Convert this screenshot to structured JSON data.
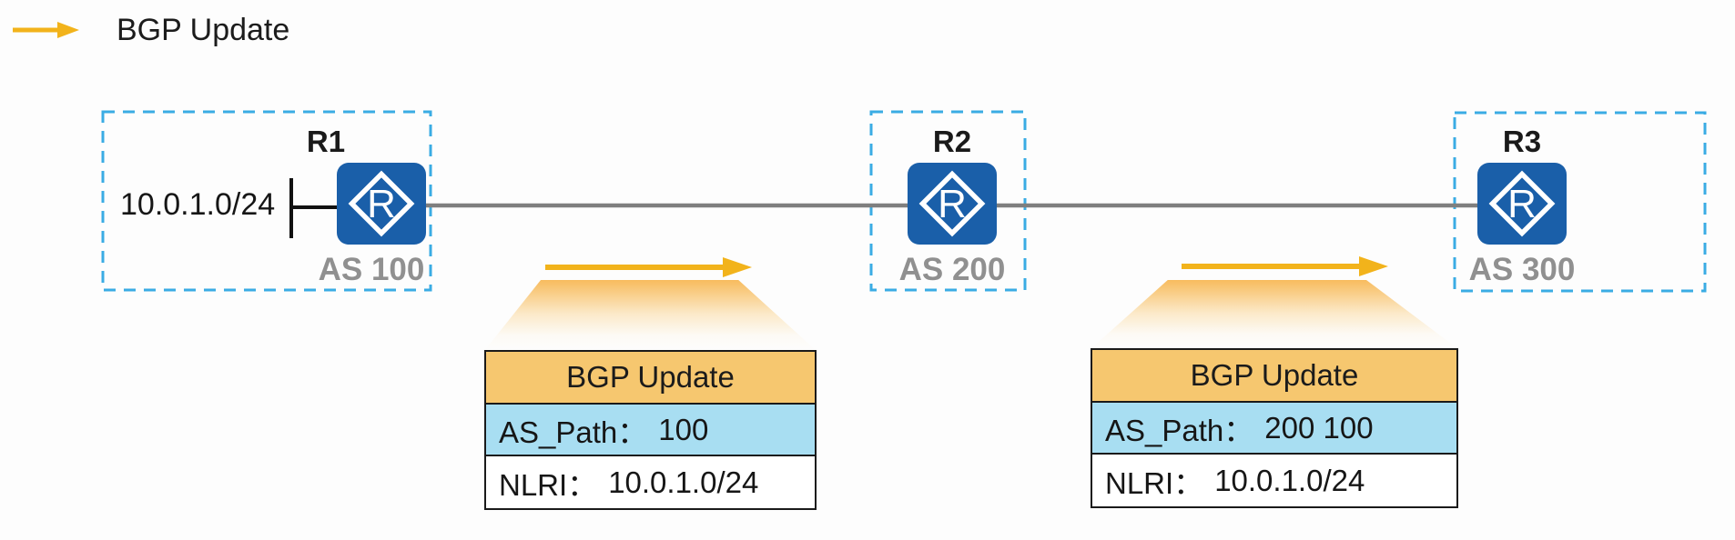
{
  "legend": {
    "label": "BGP Update"
  },
  "network": {
    "prefix": "10.0.1.0/24"
  },
  "routers": [
    {
      "name": "R1",
      "as_label": "AS 100"
    },
    {
      "name": "R2",
      "as_label": "AS 200"
    },
    {
      "name": "R3",
      "as_label": "AS 300"
    }
  ],
  "updates": [
    {
      "title": "BGP Update",
      "rows": [
        {
          "label": "AS_Path：",
          "value": "100"
        },
        {
          "label": "NLRI：",
          "value": "10.0.1.0/24"
        }
      ]
    },
    {
      "title": "BGP Update",
      "rows": [
        {
          "label": "AS_Path：",
          "value": "200 100"
        },
        {
          "label": "NLRI：",
          "value": "10.0.1.0/24"
        }
      ]
    }
  ],
  "colors": {
    "arrow": "#F2B31B",
    "as_box_border": "#3AACE4",
    "router_fill": "#1A5FA9",
    "router_glyph": "#FFFFFF",
    "link": "#7F7F7F",
    "as_label_text": "#909090",
    "table_header_bg": "#F6C76F",
    "table_aspath_bg": "#A8DEF2",
    "table_border": "#1A1A1A"
  }
}
